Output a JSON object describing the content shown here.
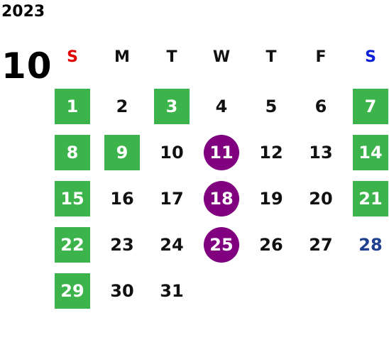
{
  "year": "2023",
  "month": "10",
  "weekdays": [
    {
      "label": "S",
      "color": "#e00000"
    },
    {
      "label": "M",
      "color": "#111111"
    },
    {
      "label": "T",
      "color": "#111111"
    },
    {
      "label": "W",
      "color": "#111111"
    },
    {
      "label": "T",
      "color": "#111111"
    },
    {
      "label": "F",
      "color": "#111111"
    },
    {
      "label": "S",
      "color": "#0a1fd6"
    }
  ],
  "colors": {
    "holiday": "#3cb44b",
    "event": "#800080",
    "saturday_text": "#1f3f8f",
    "text": "#111111"
  },
  "weeks": [
    [
      {
        "day": "1",
        "style": "holiday"
      },
      {
        "day": "2",
        "style": "normal"
      },
      {
        "day": "3",
        "style": "holiday"
      },
      {
        "day": "4",
        "style": "normal"
      },
      {
        "day": "5",
        "style": "normal"
      },
      {
        "day": "6",
        "style": "normal"
      },
      {
        "day": "7",
        "style": "holiday"
      }
    ],
    [
      {
        "day": "8",
        "style": "holiday"
      },
      {
        "day": "9",
        "style": "holiday"
      },
      {
        "day": "10",
        "style": "normal"
      },
      {
        "day": "11",
        "style": "event"
      },
      {
        "day": "12",
        "style": "normal"
      },
      {
        "day": "13",
        "style": "normal"
      },
      {
        "day": "14",
        "style": "holiday"
      }
    ],
    [
      {
        "day": "15",
        "style": "holiday"
      },
      {
        "day": "16",
        "style": "normal"
      },
      {
        "day": "17",
        "style": "normal"
      },
      {
        "day": "18",
        "style": "event"
      },
      {
        "day": "19",
        "style": "normal"
      },
      {
        "day": "20",
        "style": "normal"
      },
      {
        "day": "21",
        "style": "holiday"
      }
    ],
    [
      {
        "day": "22",
        "style": "holiday"
      },
      {
        "day": "23",
        "style": "normal"
      },
      {
        "day": "24",
        "style": "normal"
      },
      {
        "day": "25",
        "style": "event"
      },
      {
        "day": "26",
        "style": "normal"
      },
      {
        "day": "27",
        "style": "normal"
      },
      {
        "day": "28",
        "style": "saturday"
      }
    ],
    [
      {
        "day": "29",
        "style": "holiday"
      },
      {
        "day": "30",
        "style": "normal"
      },
      {
        "day": "31",
        "style": "normal"
      }
    ]
  ]
}
